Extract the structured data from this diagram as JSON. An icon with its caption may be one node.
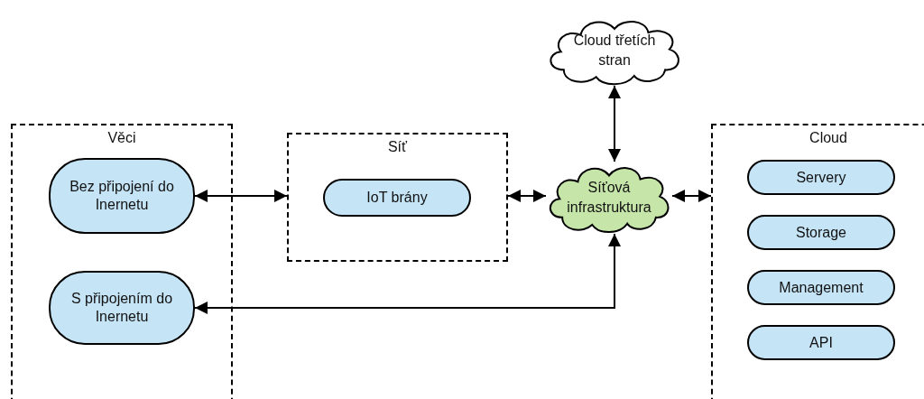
{
  "diagram": {
    "nodes": [
      {
        "text": [
          "Věci"
        ]
      },
      {
        "text": [
          "Bez připojení do Inernetu"
        ],
        "in": 0
      },
      {
        "text": [
          "S připojením do Inernetu"
        ],
        "in": 0
      },
      {
        "text": [
          "Síť"
        ]
      },
      {
        "text": [
          "IoT brány"
        ],
        "in": 3
      },
      {
        "text": [
          "Cloud třetích stran"
        ]
      },
      {
        "text": [
          "Síťová infrastruktura"
        ]
      },
      {
        "text": [
          "Cloud"
        ]
      },
      {
        "text": [
          "Servery"
        ],
        "in": 7
      },
      {
        "text": [
          "Storage"
        ],
        "in": 7
      },
      {
        "text": [
          "Management"
        ],
        "in": 7
      },
      {
        "text": [
          "API"
        ],
        "in": 7
      }
    ],
    "edges": [
      {
        "from": 1,
        "to": 3,
        "arrow": "both"
      },
      {
        "from": 3,
        "to": 6,
        "arrow": "both"
      },
      {
        "from": 6,
        "to": 7,
        "arrow": "both"
      },
      {
        "from": 5,
        "to": 6,
        "arrow": "both"
      },
      {
        "from": 6,
        "to": 2,
        "arrow": "both"
      }
    ]
  }
}
